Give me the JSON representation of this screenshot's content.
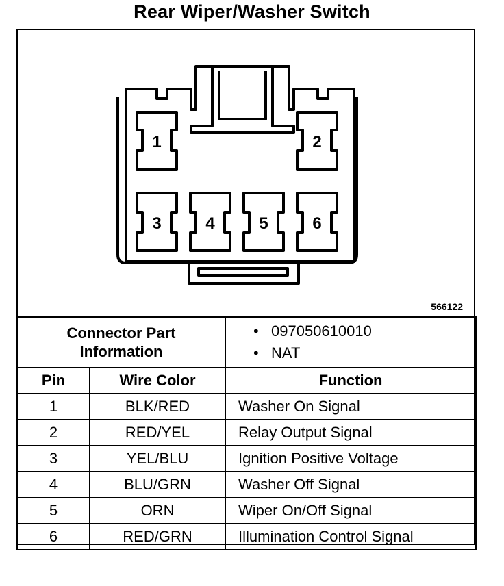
{
  "title": "Rear Wiper/Washer Switch",
  "figure_number": "566122",
  "connector": {
    "pins": [
      {
        "label": "1"
      },
      {
        "label": "2"
      },
      {
        "label": "3"
      },
      {
        "label": "4"
      },
      {
        "label": "5"
      },
      {
        "label": "6"
      }
    ]
  },
  "info": {
    "label_line1": "Connector Part",
    "label_line2": "Information",
    "values": [
      "097050610010",
      "NAT"
    ]
  },
  "table": {
    "headers": [
      "Pin",
      "Wire Color",
      "Function"
    ],
    "rows": [
      {
        "pin": "1",
        "color": "BLK/RED",
        "function": "Washer On Signal"
      },
      {
        "pin": "2",
        "color": "RED/YEL",
        "function": "Relay Output Signal"
      },
      {
        "pin": "3",
        "color": "YEL/BLU",
        "function": "Ignition Positive Voltage"
      },
      {
        "pin": "4",
        "color": "BLU/GRN",
        "function": "Washer Off Signal"
      },
      {
        "pin": "5",
        "color": "ORN",
        "function": "Wiper On/Off Signal"
      },
      {
        "pin": "6",
        "color": "RED/GRN",
        "function": "Illumination Control Signal"
      }
    ]
  }
}
